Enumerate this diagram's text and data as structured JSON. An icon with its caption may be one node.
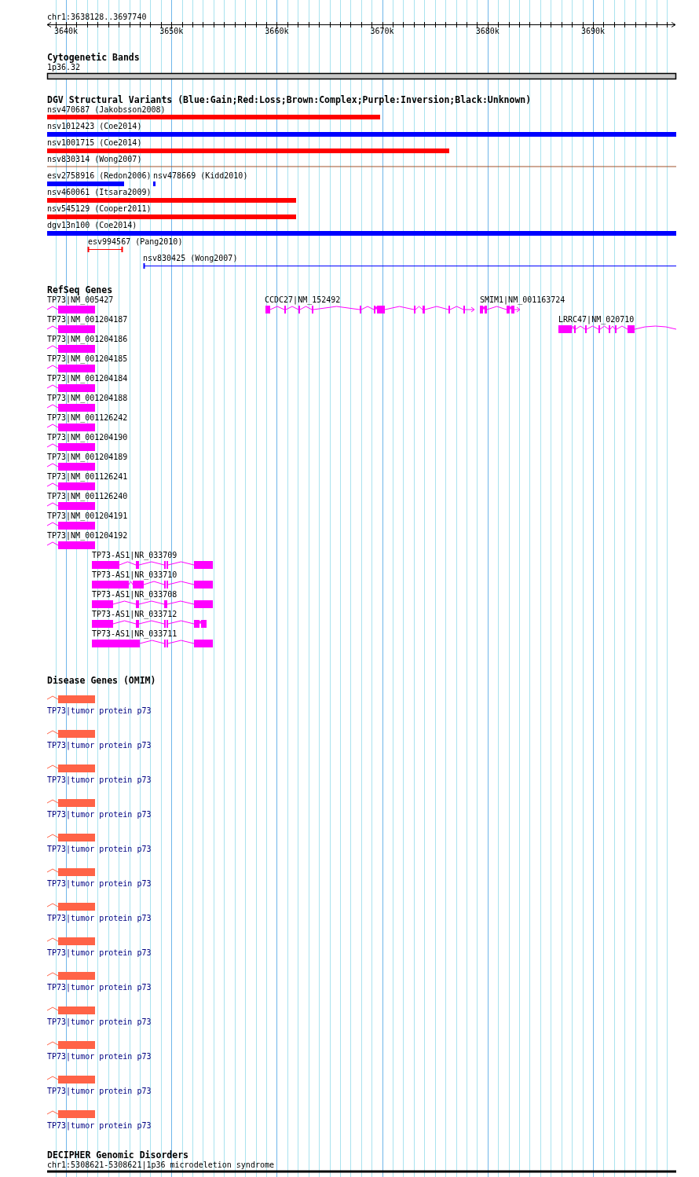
{
  "diagram": {
    "labels": [
      "chr1:3638128..3697740",
      "3640k",
      "3650k",
      "3660k",
      "3670k",
      "3680k",
      "3690k",
      "Cytogenetic Bands",
      "1p36.32",
      "DGV Structural Variants (Blue:Gain;Red:Loss;Brown:Complex;Purple:Inversion;Black:Unknown)",
      "nsv470687 (Jakobsson2008)",
      "nsv1012423 (Coe2014)",
      "nsv1001715 (Coe2014)",
      "nsv830314 (Wong2007)",
      "esv2758916 (Redon2006)",
      "nsv478669 (Kidd2010)",
      "nsv460061 (Itsara2009)",
      "nsv545129 (Cooper2011)",
      "dgv13n100 (Coe2014)",
      "esv994567 (Pang2010)",
      "nsv830425 (Wong2007)",
      "RefSeq Genes",
      "TP73|NM_005427",
      "CCDC27|NM_152492",
      "SMIM1|NM_001163724",
      "TP73|NM_001204187",
      "LRRC47|NM_020710",
      "TP73|NM_001204186",
      "TP73|NM_001204185",
      "TP73|NM_001204184",
      "TP73|NM_001204188",
      "TP73|NM_001126242",
      "TP73|NM_001204190",
      "TP73|NM_001204189",
      "TP73|NM_001126241",
      "TP73|NM_001126240",
      "TP73|NM_001204191",
      "TP73|NM_001204192",
      "TP73-AS1|NR_033709",
      "TP73-AS1|NR_033710",
      "TP73-AS1|NR_033708",
      "TP73-AS1|NR_033712",
      "TP73-AS1|NR_033711",
      "Disease Genes (OMIM)",
      "TP73|tumor protein p73",
      "TP73|tumor protein p73",
      "TP73|tumor protein p73",
      "TP73|tumor protein p73",
      "TP73|tumor protein p73",
      "TP73|tumor protein p73",
      "TP73|tumor protein p73",
      "TP73|tumor protein p73",
      "TP73|tumor protein p73",
      "TP73|tumor protein p73",
      "TP73|tumor protein p73",
      "TP73|tumor protein p73",
      "TP73|tumor protein p73",
      "DECIPHER Genomic Disorders",
      "chr1:5308621-5308621|1p36 microdeletion syndrome"
    ]
  }
}
